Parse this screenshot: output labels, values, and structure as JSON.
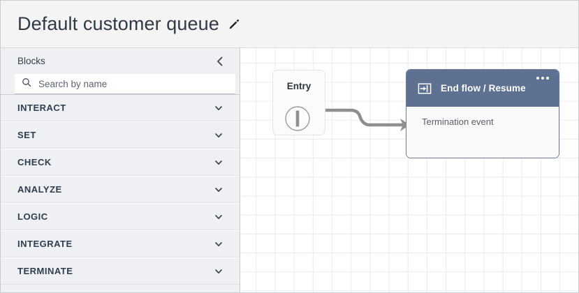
{
  "header": {
    "title": "Default customer queue",
    "edit_icon": "pencil-icon"
  },
  "sidebar": {
    "title": "Blocks",
    "collapse_icon": "chevron-left-icon",
    "search": {
      "icon": "search-icon",
      "placeholder": "Search by name",
      "value": ""
    },
    "categories": [
      {
        "label": "INTERACT",
        "icon": "chevron-down-icon"
      },
      {
        "label": "SET",
        "icon": "chevron-down-icon"
      },
      {
        "label": "CHECK",
        "icon": "chevron-down-icon"
      },
      {
        "label": "ANALYZE",
        "icon": "chevron-down-icon"
      },
      {
        "label": "LOGIC",
        "icon": "chevron-down-icon"
      },
      {
        "label": "INTEGRATE",
        "icon": "chevron-down-icon"
      },
      {
        "label": "TERMINATE",
        "icon": "chevron-down-icon"
      }
    ]
  },
  "canvas": {
    "entry_block": {
      "label": "Entry",
      "port_icon": "connector-port-icon"
    },
    "end_flow_block": {
      "icon": "end-flow-icon",
      "title": "End flow / Resume",
      "menu_icon": "kebab-menu-icon",
      "body_text": "Termination event"
    },
    "connector": {
      "from": "Entry",
      "to": "End flow / Resume",
      "arrow_icon": "arrow-right-icon"
    }
  },
  "colors": {
    "header_bg": "#f4f4f5",
    "sidebar_bg": "#eff0f3",
    "block_header": "#5f7191",
    "connector": "#8b8b8b",
    "title_text": "#2f3a47"
  }
}
